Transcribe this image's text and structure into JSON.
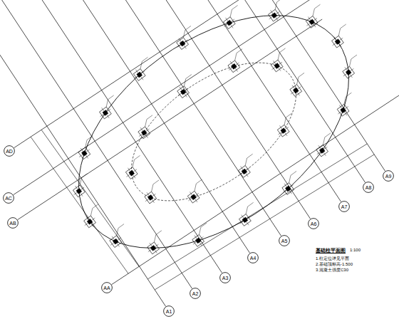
{
  "diagram": {
    "nodes": [
      {
        "text": [
          "AD"
        ]
      },
      {
        "text": [
          "AC"
        ]
      },
      {
        "text": [
          "AB"
        ]
      },
      {
        "text": [
          "A9"
        ]
      },
      {
        "text": [
          "A8"
        ]
      },
      {
        "text": [
          "A7"
        ]
      },
      {
        "text": [
          "A6"
        ]
      },
      {
        "text": [
          "A5"
        ]
      },
      {
        "text": [
          "AA"
        ]
      },
      {
        "text": [
          "A4"
        ]
      },
      {
        "text": [
          "A3"
        ]
      },
      {
        "text": [
          "A2"
        ]
      },
      {
        "text": [
          "A1"
        ]
      }
    ],
    "edges": [],
    "labels": [
      "基础柱平面图",
      "1:100",
      "1.柱定位详见平面",
      "2.基础顶标高-1.500",
      "3.混凝土强度C30"
    ]
  }
}
